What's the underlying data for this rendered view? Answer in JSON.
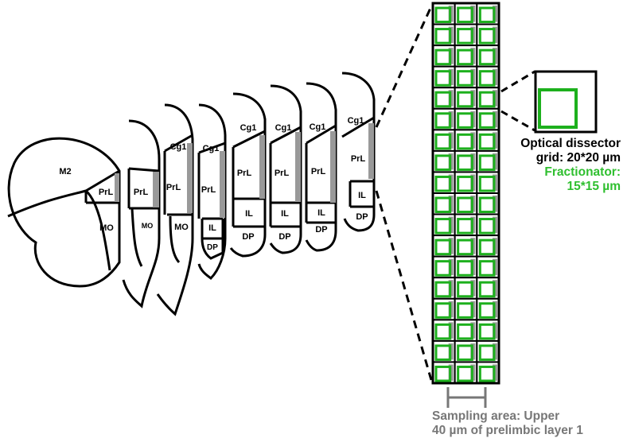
{
  "sections": [
    {
      "id": "s1",
      "regions": [
        "M2",
        "PrL",
        "MO"
      ]
    },
    {
      "id": "s2",
      "regions": [
        "PrL",
        "MO"
      ]
    },
    {
      "id": "s3",
      "regions": [
        "Cg1",
        "PrL",
        "MO"
      ]
    },
    {
      "id": "s4",
      "regions": [
        "Cg1",
        "PrL",
        "IL",
        "DP"
      ]
    },
    {
      "id": "s5",
      "regions": [
        "Cg1",
        "PrL",
        "IL",
        "DP"
      ]
    },
    {
      "id": "s6",
      "regions": [
        "Cg1",
        "PrL",
        "IL",
        "DP"
      ]
    },
    {
      "id": "s7",
      "regions": [
        "Cg1",
        "PrL",
        "IL",
        "DP"
      ]
    },
    {
      "id": "s8",
      "regions": [
        "Cg1",
        "PrL",
        "IL",
        "DP"
      ]
    }
  ],
  "grid": {
    "columns": 3,
    "rows": 18,
    "cell_color": "#1db01d",
    "frame_color": "#000000"
  },
  "legend": {
    "optical_dissector_line1": "Optical dissector",
    "optical_dissector_line2": "grid: 20*20 µm",
    "fractionator_line1": "Fractionator:",
    "fractionator_line2": "15*15 µm",
    "fractionator_color": "#2fbf2f"
  },
  "sampling": {
    "line1": "Sampling area: Upper",
    "line2": "40 µm of prelimbic layer 1",
    "color": "#777777"
  }
}
